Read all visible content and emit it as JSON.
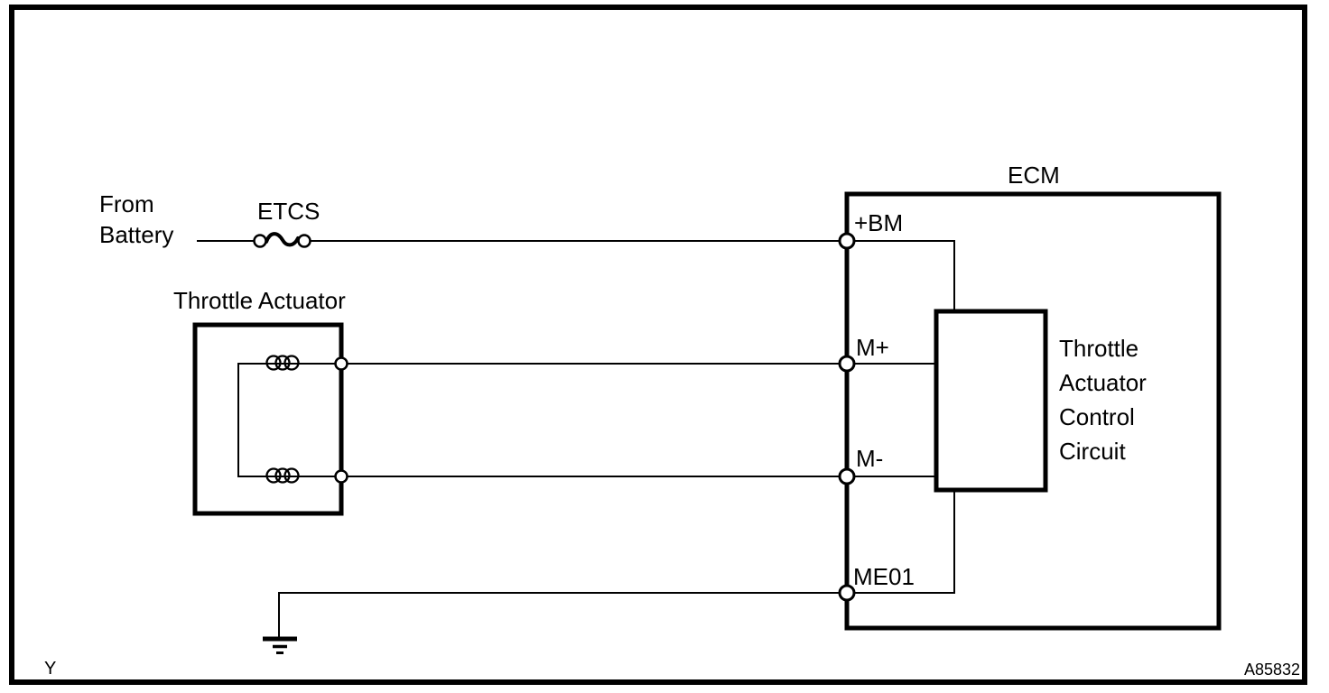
{
  "figure": {
    "page_marker": "Y",
    "figure_code": "A85832"
  },
  "battery": {
    "label_line1": "From",
    "label_line2": "Battery"
  },
  "fuse": {
    "label": "ETCS"
  },
  "actuator": {
    "title": "Throttle Actuator"
  },
  "ecm": {
    "title": "ECM",
    "terminals": {
      "bm": "+BM",
      "m_plus": "M+",
      "m_minus": "M-",
      "me01": "ME01"
    },
    "control_circuit_lines": [
      "Throttle",
      "Actuator",
      "Control",
      "Circuit"
    ]
  },
  "icons": {
    "fuse": "fuse-icon",
    "ground": "ground-icon",
    "coil": "motor-coil-icon",
    "terminal": "terminal-circle-icon"
  },
  "colors": {
    "line": "#000000",
    "background": "#ffffff"
  }
}
